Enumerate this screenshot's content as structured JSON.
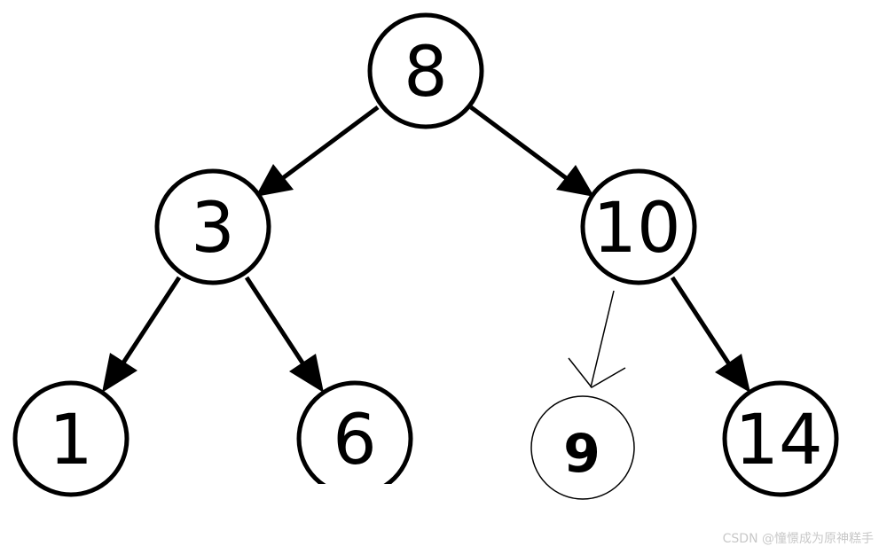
{
  "nodes": {
    "n8": "8",
    "n3": "3",
    "n10": "10",
    "n1": "1",
    "n6": "6",
    "n9": "9",
    "n14": "14"
  },
  "watermark": "CSDN @憧憬成为原神糕手"
}
